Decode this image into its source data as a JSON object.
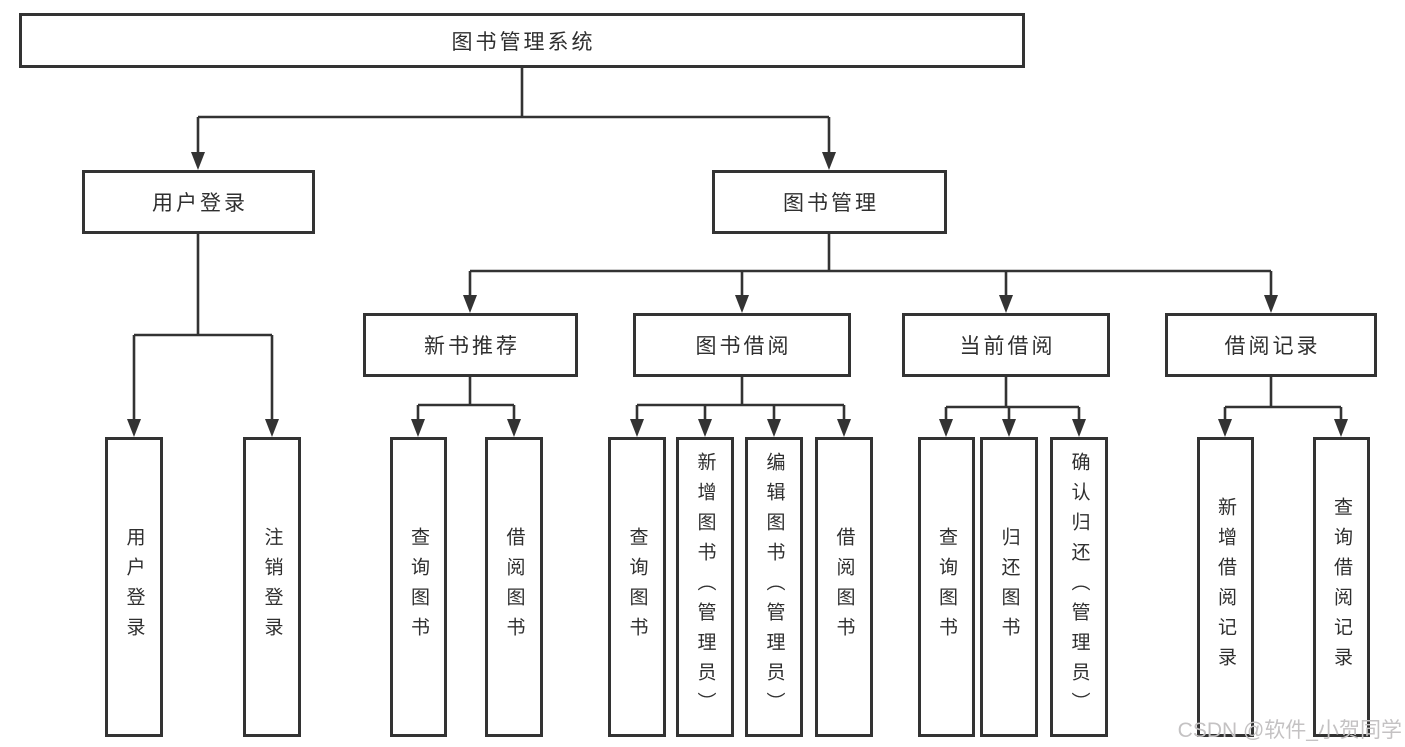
{
  "colors": {
    "line": "#333333",
    "text": "#2f2f2f",
    "background": "#ffffff",
    "watermark": "#c4c2c3"
  },
  "watermark": {
    "text": "CSDN @软件_小贺同学"
  },
  "nodes": {
    "root": {
      "label": "图书管理系统"
    },
    "l2": [
      {
        "label": "用户登录"
      },
      {
        "label": "图书管理"
      }
    ],
    "l3": [
      {
        "label": "新书推荐",
        "parent": "图书管理"
      },
      {
        "label": "图书借阅",
        "parent": "图书管理"
      },
      {
        "label": "当前借阅",
        "parent": "图书管理"
      },
      {
        "label": "借阅记录",
        "parent": "图书管理"
      }
    ],
    "leaf": [
      {
        "label": "用户登录",
        "parent": "用户登录"
      },
      {
        "label": "注销登录",
        "parent": "用户登录"
      },
      {
        "label": "查询图书",
        "parent": "新书推荐"
      },
      {
        "label": "借阅图书",
        "parent": "新书推荐"
      },
      {
        "label": "查询图书",
        "parent": "图书借阅"
      },
      {
        "label": "新增图书（管理员）",
        "parent": "图书借阅"
      },
      {
        "label": "编辑图书（管理员）",
        "parent": "图书借阅"
      },
      {
        "label": "借阅图书",
        "parent": "图书借阅"
      },
      {
        "label": "查询图书",
        "parent": "当前借阅"
      },
      {
        "label": "归还图书",
        "parent": "当前借阅"
      },
      {
        "label": "确认归还（管理员）",
        "parent": "当前借阅"
      },
      {
        "label": "新增借阅记录",
        "parent": "借阅记录"
      },
      {
        "label": "查询借阅记录",
        "parent": "借阅记录"
      }
    ]
  }
}
